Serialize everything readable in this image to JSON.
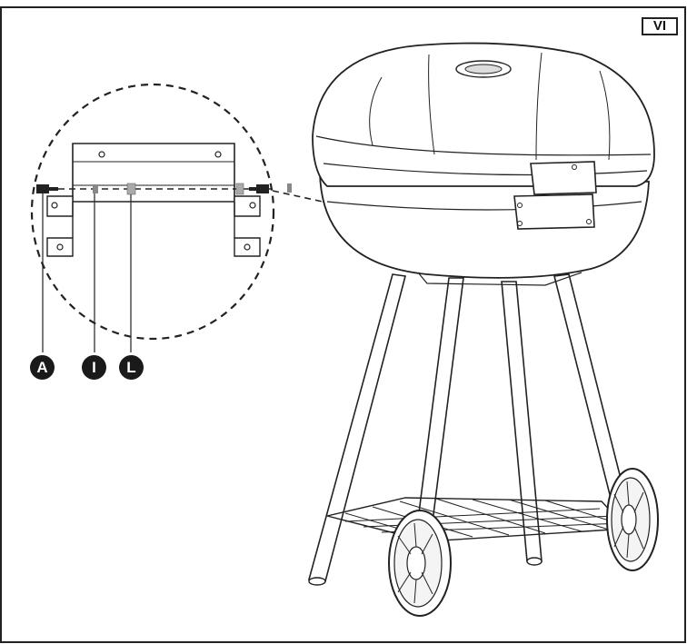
{
  "page": {
    "step": "VI"
  },
  "parts": [
    {
      "id": "A",
      "name": "bolt"
    },
    {
      "id": "I",
      "name": "spacer"
    },
    {
      "id": "L",
      "name": "nut"
    }
  ]
}
